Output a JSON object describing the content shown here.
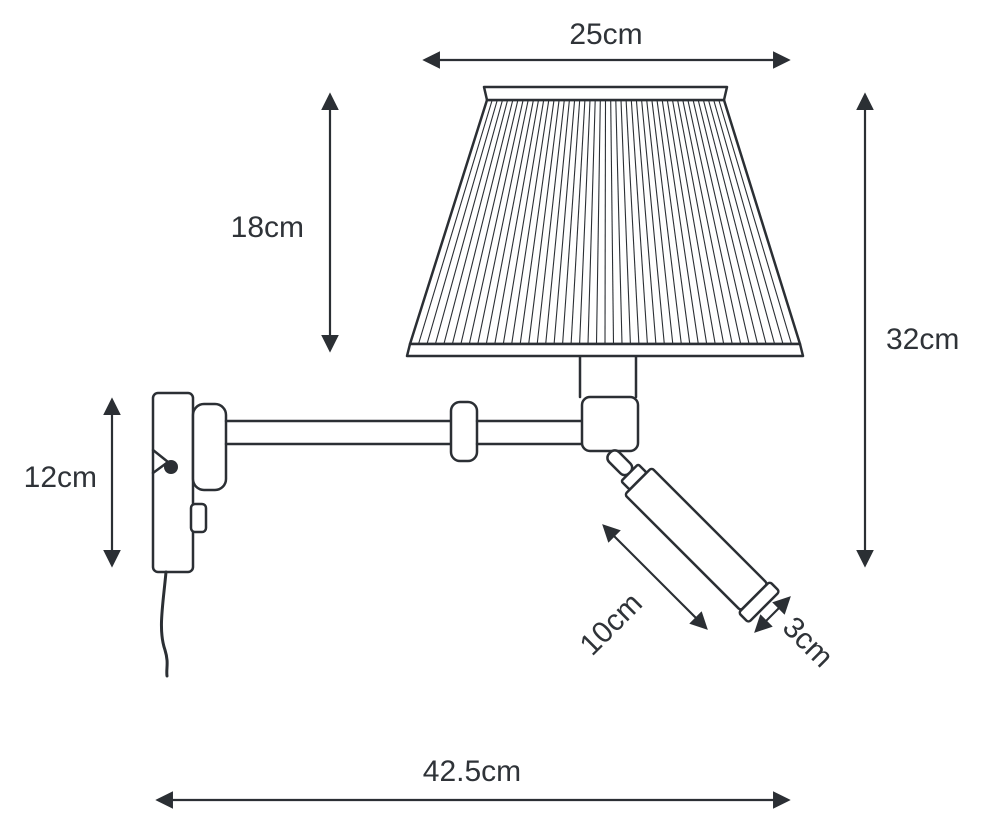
{
  "diagram": {
    "line_color": "#2b2f34",
    "dimensions": {
      "shade_width": "25cm",
      "shade_height": "18cm",
      "total_height": "32cm",
      "bracket_height": "12cm",
      "total_width": "42.5cm",
      "spot_length": "10cm",
      "spot_diameter": "3cm"
    }
  }
}
